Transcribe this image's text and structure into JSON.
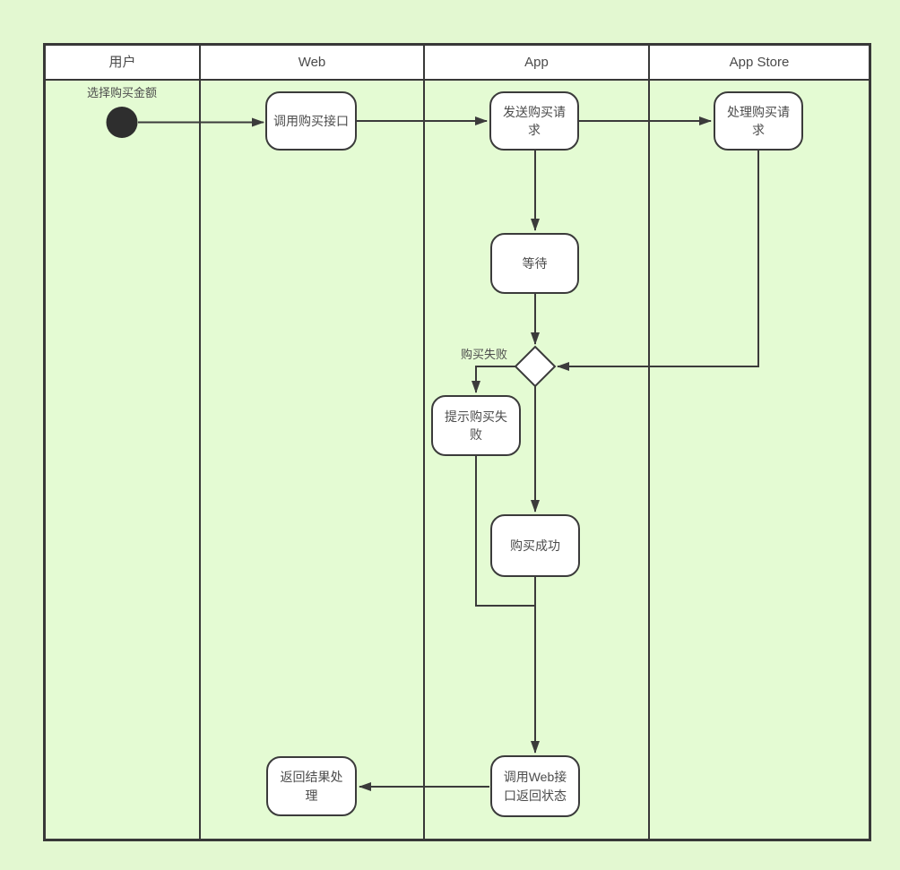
{
  "diagram": {
    "type": "swimlane-activity-flowchart",
    "lanes": [
      "用户",
      "Web",
      "App",
      "App Store"
    ],
    "nodes": {
      "start_caption": "选择购买金额",
      "call_purchase_api": "调用购买接口",
      "send_purchase_request": "发送购买请求",
      "handle_purchase_request": "处理购买请求",
      "wait": "等待",
      "prompt_purchase_failed": "提示购买失败",
      "purchase_success": "购买成功",
      "call_web_api_return_status": "调用Web接口返回状态",
      "return_result_processing": "返回结果处理"
    },
    "edge_labels": {
      "purchase_failed": "购买失败"
    },
    "flow": [
      {
        "from": "start",
        "to": "调用购买接口",
        "lane_from": "用户",
        "lane_to": "Web"
      },
      {
        "from": "调用购买接口",
        "to": "发送购买请求",
        "lane_from": "Web",
        "lane_to": "App"
      },
      {
        "from": "发送购买请求",
        "to": "处理购买请求",
        "lane_from": "App",
        "lane_to": "App Store"
      },
      {
        "from": "发送购买请求",
        "to": "等待",
        "lane_from": "App",
        "lane_to": "App"
      },
      {
        "from": "等待",
        "to": "decision",
        "lane_from": "App",
        "lane_to": "App"
      },
      {
        "from": "处理购买请求",
        "to": "decision",
        "lane_from": "App Store",
        "lane_to": "App"
      },
      {
        "from": "decision",
        "to": "提示购买失败",
        "label": "购买失败"
      },
      {
        "from": "decision",
        "to": "购买成功"
      },
      {
        "from": "提示购买失败",
        "to": "调用Web接口返回状态"
      },
      {
        "from": "购买成功",
        "to": "调用Web接口返回状态"
      },
      {
        "from": "调用Web接口返回状态",
        "to": "返回结果处理",
        "lane_from": "App",
        "lane_to": "Web"
      }
    ],
    "colors": {
      "page_background": "#e3f8d1",
      "lane_background": "#e4fbd3",
      "lane_header_background": "#ffffff",
      "line": "#3b3b3b",
      "node_fill": "#ffffff",
      "text": "#4c4c4c",
      "start_node_fill": "#2e2e2e"
    }
  }
}
